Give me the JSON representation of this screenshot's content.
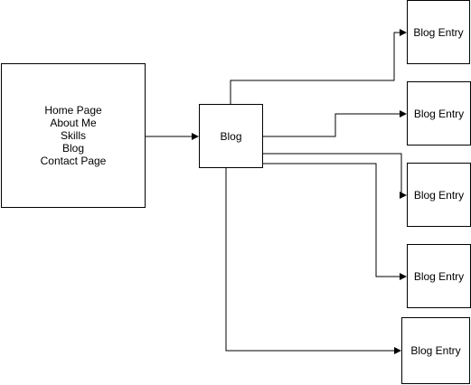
{
  "colors": {
    "stroke": "#000000",
    "fill": "#ffffff",
    "text": "#000000"
  },
  "home": {
    "lines": [
      "Home Page",
      "About Me",
      "Skills",
      "Blog",
      "Contact Page"
    ]
  },
  "blog": {
    "label": "Blog"
  },
  "entries": [
    {
      "label": "Blog Entry"
    },
    {
      "label": "Blog Entry"
    },
    {
      "label": "Blog Entry"
    },
    {
      "label": "Blog Entry"
    },
    {
      "label": "Blog Entry"
    }
  ]
}
